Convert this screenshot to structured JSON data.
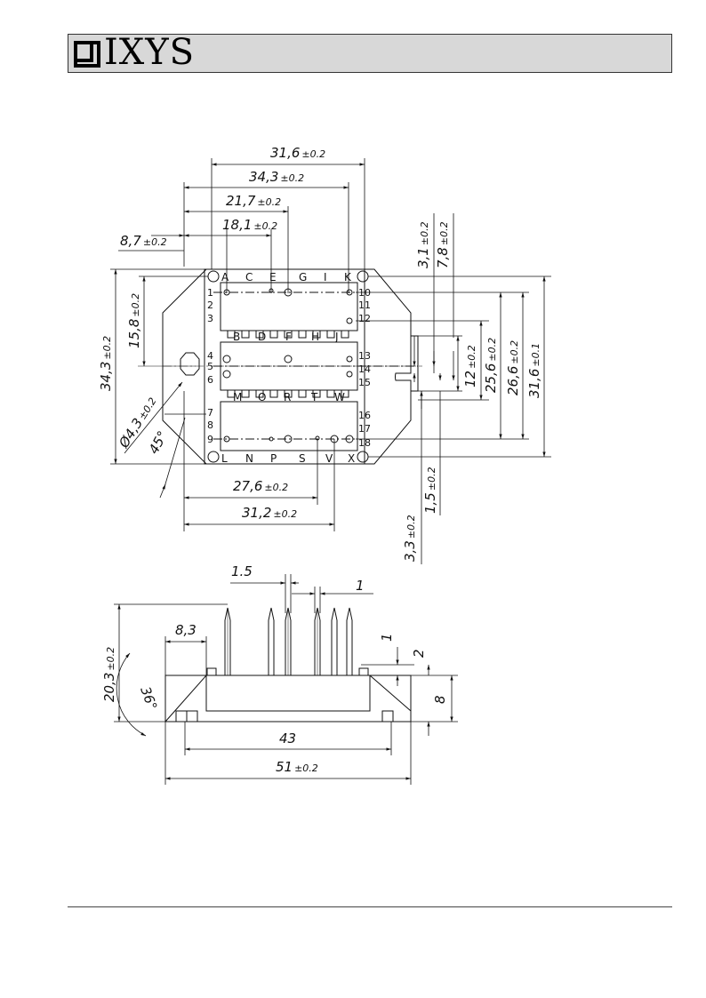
{
  "header": {
    "logo_text": "IXYS",
    "logo_mark": "ixys-logo-mark"
  },
  "top_view": {
    "dims_top": [
      {
        "id": "d316w",
        "text": "31,6",
        "tol": "±0.2"
      },
      {
        "id": "d343w",
        "text": "34,3",
        "tol": "±0.2"
      },
      {
        "id": "d217",
        "text": "21,7",
        "tol": "±0.2"
      },
      {
        "id": "d181",
        "text": "18,1",
        "tol": "±0.2"
      },
      {
        "id": "d87",
        "text": "8,7",
        "tol": "±0.2"
      }
    ],
    "dims_bottom": [
      {
        "id": "d276",
        "text": "27,6",
        "tol": "±0.2"
      },
      {
        "id": "d312",
        "text": "31,2",
        "tol": "±0.2"
      }
    ],
    "dims_left": [
      {
        "id": "d343h",
        "text": "34,3",
        "tol": "±0.2"
      },
      {
        "id": "d158",
        "text": "15,8",
        "tol": "±0.2"
      },
      {
        "id": "dhole",
        "text": "Ø4,3",
        "tol": "±0.2"
      },
      {
        "id": "d45",
        "text": "45°",
        "tol": ""
      }
    ],
    "dims_right": [
      {
        "id": "d31",
        "text": "3,1",
        "tol": "±0.2"
      },
      {
        "id": "d78",
        "text": "7,8",
        "tol": "±0.2"
      },
      {
        "id": "d12",
        "text": "12",
        "tol": "±0.2"
      },
      {
        "id": "d256",
        "text": "25,6",
        "tol": "±0.2"
      },
      {
        "id": "d266",
        "text": "26,6",
        "tol": "±0.2"
      },
      {
        "id": "d316h",
        "text": "31,6",
        "tol": "±0.1"
      },
      {
        "id": "d15",
        "text": "1,5",
        "tol": "±0.2"
      },
      {
        "id": "d33",
        "text": "3,3",
        "tol": "±0.2"
      }
    ],
    "pins_top_row": [
      "A",
      "C",
      "E",
      "G",
      "I",
      "K"
    ],
    "pins_mid_row_b": [
      "B",
      "D",
      "F",
      "H",
      "J"
    ],
    "pins_mid_row_m": [
      "M",
      "O",
      "R",
      "T",
      "W"
    ],
    "pins_bottom_row": [
      "L",
      "N",
      "P",
      "S",
      "V",
      "X"
    ],
    "pins_left_numbers": [
      "1",
      "2",
      "3",
      "4",
      "5",
      "6",
      "7",
      "8",
      "9"
    ],
    "pins_right_numbers": [
      "10",
      "11",
      "12",
      "13",
      "14",
      "15",
      "16",
      "17",
      "18"
    ]
  },
  "side_view": {
    "dims": [
      {
        "id": "s15",
        "text": "1.5",
        "tol": ""
      },
      {
        "id": "s1a",
        "text": "1",
        "tol": ""
      },
      {
        "id": "s83",
        "text": "8,3",
        "tol": ""
      },
      {
        "id": "s203",
        "text": "20,3",
        "tol": "±0.2"
      },
      {
        "id": "s36",
        "text": "36°",
        "tol": ""
      },
      {
        "id": "s1b",
        "text": "1",
        "tol": ""
      },
      {
        "id": "s2",
        "text": "2",
        "tol": ""
      },
      {
        "id": "s8",
        "text": "8",
        "tol": ""
      },
      {
        "id": "s43",
        "text": "43",
        "tol": ""
      },
      {
        "id": "s51",
        "text": "51",
        "tol": "±0.2"
      }
    ]
  }
}
